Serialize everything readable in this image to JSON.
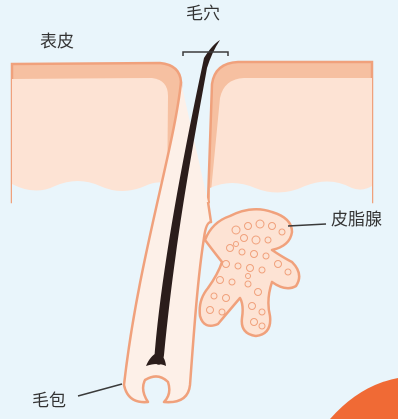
{
  "labels": {
    "epidermis": "表皮",
    "pore": "毛穴",
    "sebaceous_gland": "皮脂腺",
    "hair_bulb": "毛包"
  },
  "colors": {
    "background": "#e9f5fb",
    "skin_outline": "#f0a17c",
    "epidermis_fill": "#f6c0a1",
    "dermis_fill": "#fde3d4",
    "follicle_fill": "#fdf0e8",
    "hair": "#2b1d1b",
    "leader_line": "#3a3a3a",
    "corner_accent": "#f06a35"
  }
}
